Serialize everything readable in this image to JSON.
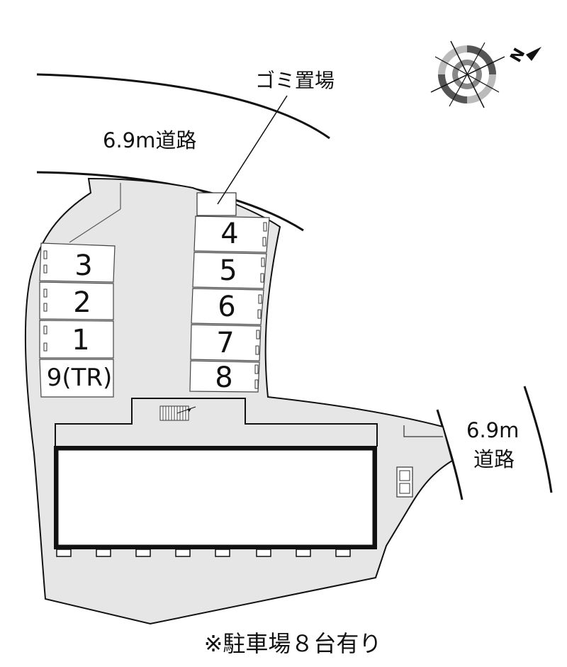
{
  "roads": {
    "north_label": "6.9m道路",
    "east_label_line1": "6.9m",
    "east_label_line2": "道路"
  },
  "trash_area_label": "ゴミ置場",
  "compass": {
    "label": "N"
  },
  "parking_west": [
    {
      "label": "3"
    },
    {
      "label": "2"
    },
    {
      "label": "1"
    },
    {
      "label": "9(TR)"
    }
  ],
  "parking_east": [
    {
      "label": "4"
    },
    {
      "label": "5"
    },
    {
      "label": "6"
    },
    {
      "label": "7"
    },
    {
      "label": "8"
    }
  ],
  "note": "※駐車場８台有り",
  "colors": {
    "site_fill": "#e6e6e6",
    "lot_fill": "#ffffff",
    "outline": "#111111",
    "compass_dark": "#555555",
    "compass_light": "#bbbbbb"
  }
}
